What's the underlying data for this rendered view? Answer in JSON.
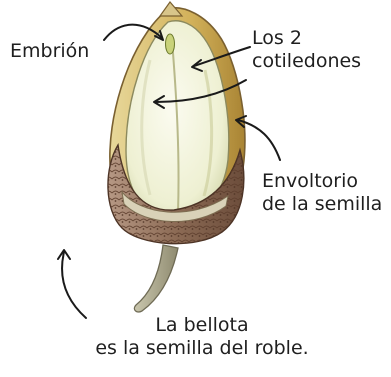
{
  "labels": {
    "embryo": "Embrión",
    "cotyledons": [
      "Los 2",
      "cotiledones"
    ],
    "seed_coat": [
      "Envoltorio",
      "de la semilla"
    ],
    "caption": [
      "La bellota",
      "es la semilla del roble."
    ]
  },
  "colors": {
    "text": "#1f1f1f",
    "arrow": "#1a1a1a",
    "coat": "#c9a24a",
    "cotyledon": "#f3f2dc",
    "cup": "#8a6a55",
    "stem": "#a8a48a"
  }
}
